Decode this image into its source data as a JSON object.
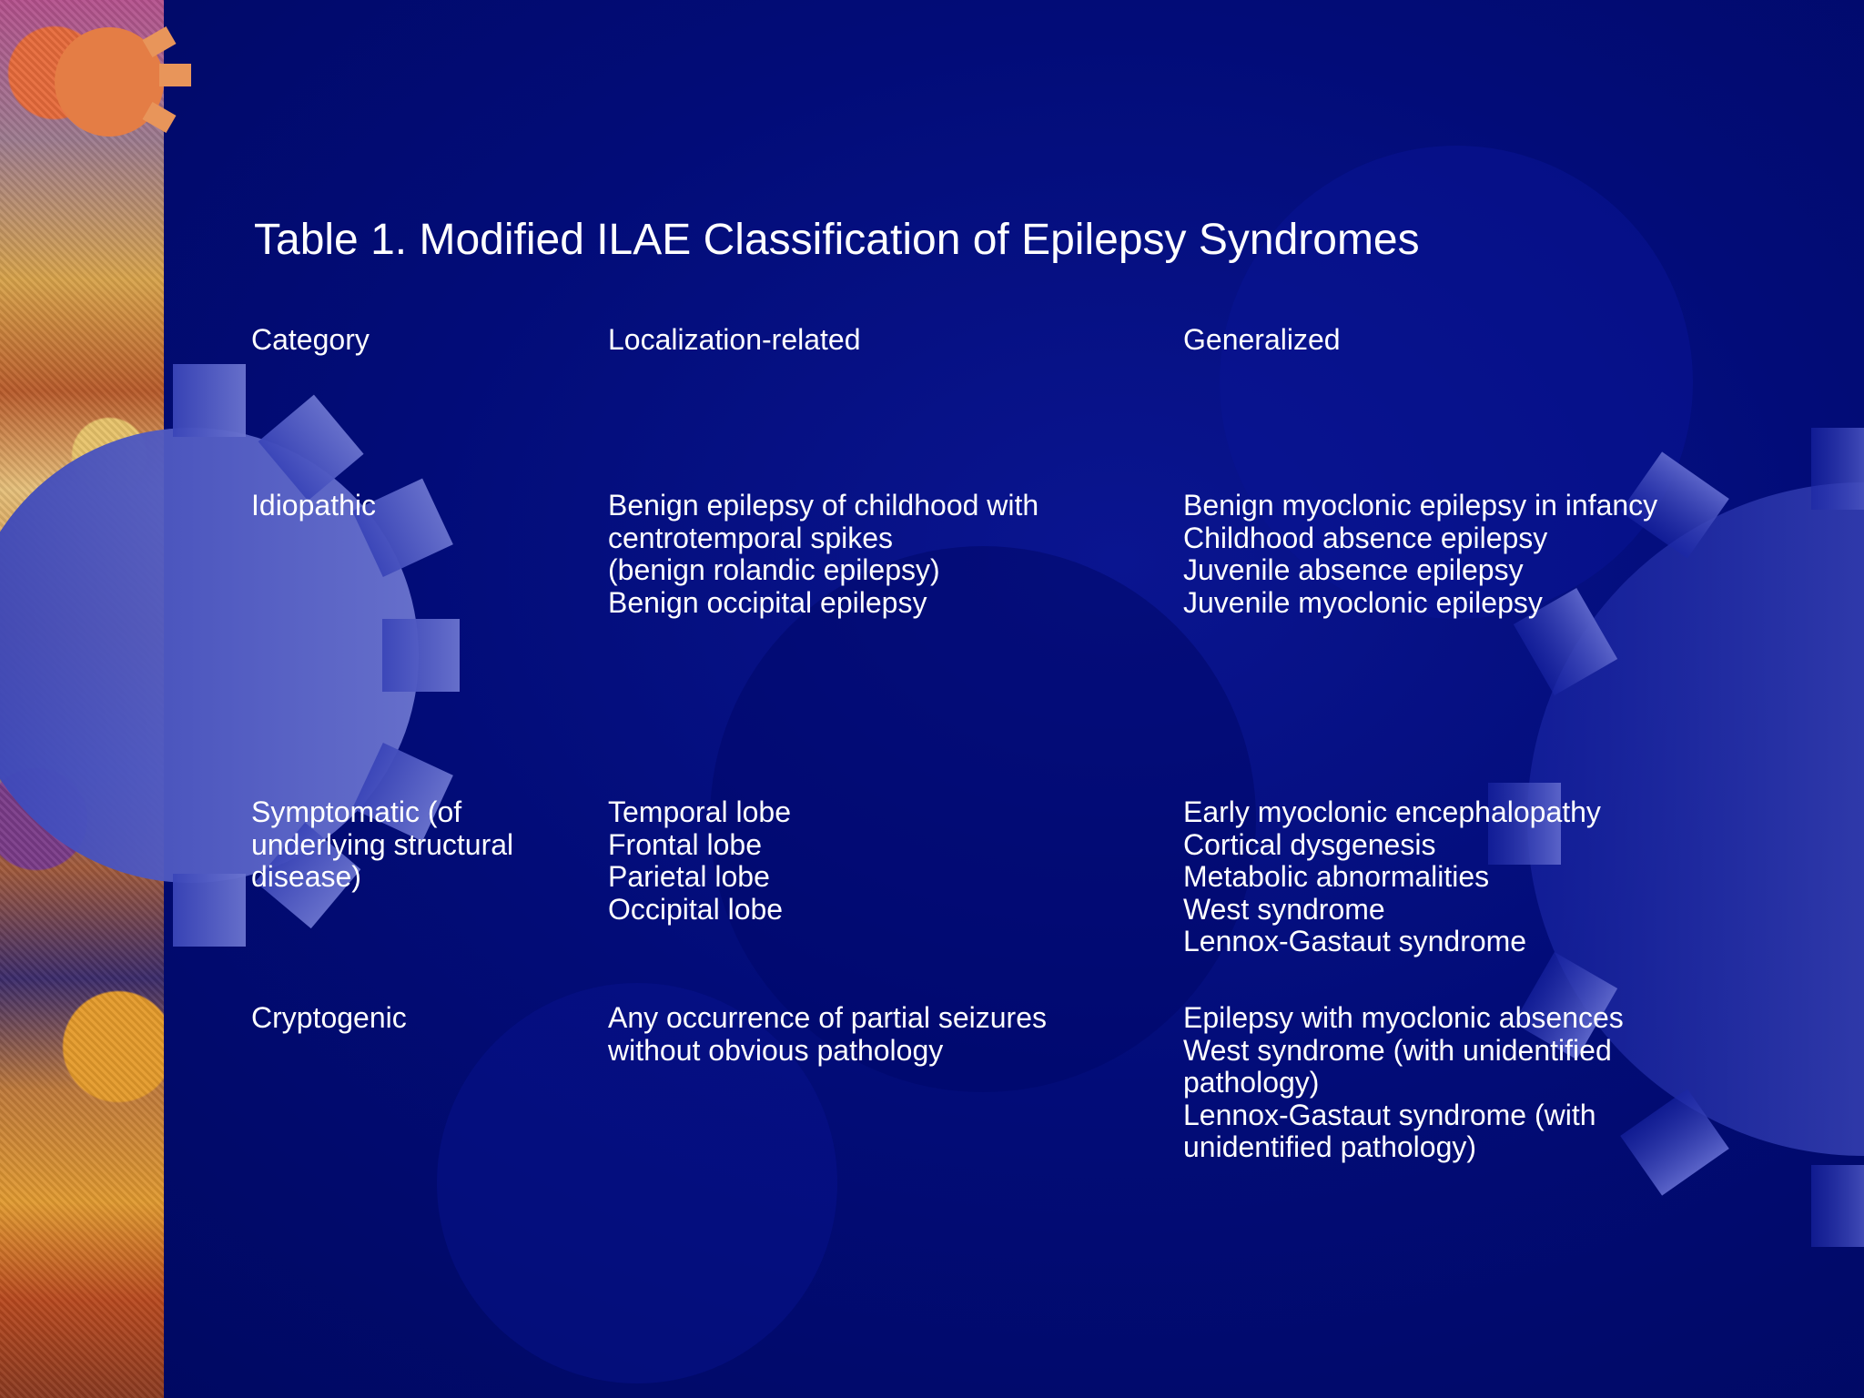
{
  "title": "Table 1. Modified ILAE Classification of Epilepsy Syndromes",
  "table": {
    "headers": [
      "Category",
      "Localization-related",
      "Generalized"
    ],
    "rows": [
      {
        "category": "Idiopathic",
        "localization": "Benign epilepsy of childhood with\ncentrotemporal spikes\n(benign rolandic epilepsy)\nBenign occipital epilepsy",
        "generalized": "Benign myoclonic epilepsy in infancy\nChildhood absence epilepsy\nJuvenile absence epilepsy\nJuvenile myoclonic epilepsy"
      },
      {
        "category": "Symptomatic (of\nunderlying structural\ndisease)",
        "localization": "Temporal lobe\nFrontal lobe\nParietal lobe\nOccipital lobe",
        "generalized": "Early myoclonic encephalopathy\nCortical dysgenesis\nMetabolic abnormalities\nWest syndrome\nLennox-Gastaut syndrome"
      },
      {
        "category": "Cryptogenic",
        "localization": "Any occurrence of partial seizures\nwithout obvious pathology",
        "generalized": "Epilepsy with myoclonic absences\nWest syndrome (with unidentified\npathology)\nLennox-Gastaut syndrome (with\nunidentified pathology)"
      }
    ]
  },
  "colors": {
    "background": "#020c78",
    "text": "#ffffff",
    "gear": "#5a63c8"
  }
}
